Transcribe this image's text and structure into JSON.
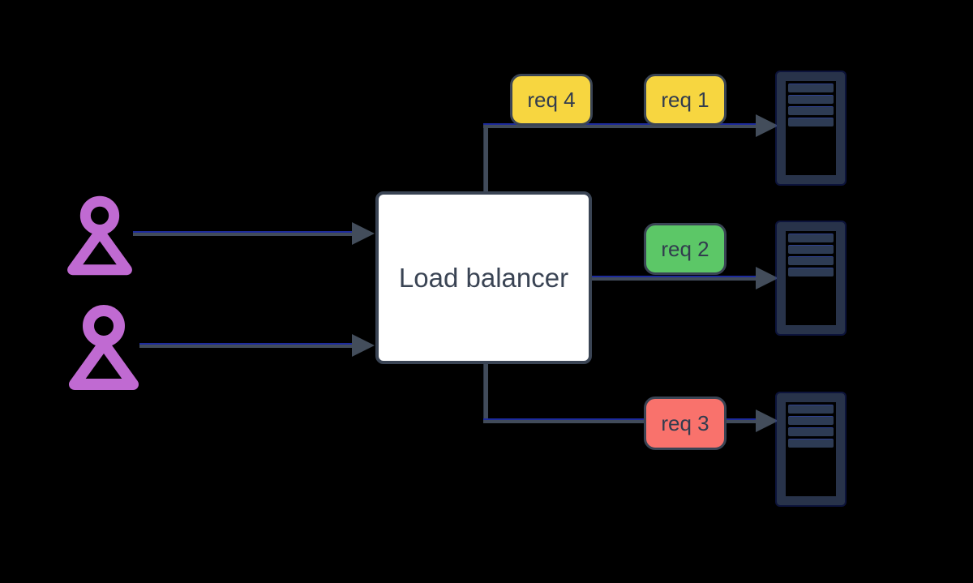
{
  "diagram": {
    "type": "load-balancer-flow",
    "load_balancer": {
      "label": "Load balancer",
      "fill": "#ffffff",
      "border": "#3a4454",
      "text_color": "#3a4454"
    },
    "users": [
      {
        "name": "user-1",
        "icon": "user-icon",
        "color": "#c06ad2"
      },
      {
        "name": "user-2",
        "icon": "user-icon",
        "color": "#c06ad2"
      }
    ],
    "servers": [
      {
        "name": "server-1",
        "icon": "server-icon"
      },
      {
        "name": "server-2",
        "icon": "server-icon"
      },
      {
        "name": "server-3",
        "icon": "server-icon"
      }
    ],
    "requests": [
      {
        "label": "req 4",
        "color": "#f7d640",
        "to": "server-1"
      },
      {
        "label": "req 1",
        "color": "#f7d640",
        "to": "server-1"
      },
      {
        "label": "req 2",
        "color": "#5cc767",
        "to": "server-2"
      },
      {
        "label": "req 3",
        "color": "#f9726c",
        "to": "server-3"
      }
    ],
    "colors": {
      "background": "#000000",
      "connector": "#414b5a",
      "connector_accent": "#1d2b9c",
      "arrowhead": "#434d5b",
      "server_border": "#28334a",
      "server_slat": "#2d3b54",
      "badge_border": "#3a4454",
      "badge_text": "#323c4e",
      "user_purple": "#c06ad2"
    }
  }
}
